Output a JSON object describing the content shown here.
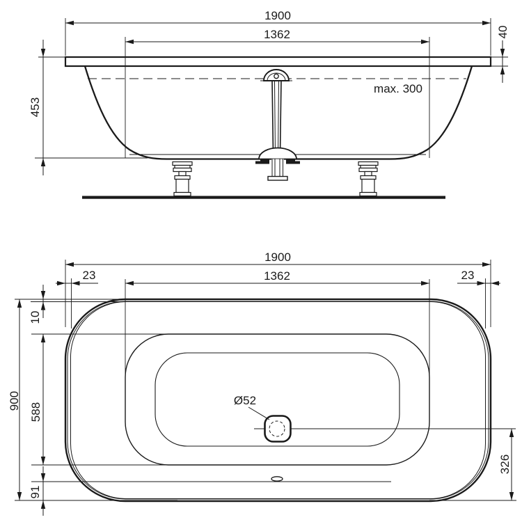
{
  "line_color": "#1a1a1a",
  "background_color": "#ffffff",
  "side_view": {
    "overall_length": "1900",
    "inner_length": "1362",
    "rim_height": "40",
    "total_height": "453",
    "max_fill_note": "max. 300"
  },
  "plan_view": {
    "overall_length": "1900",
    "rim_offset_left": "23",
    "inner_length": "1362",
    "rim_offset_right": "23",
    "rim_offset_top": "10",
    "overall_width": "900",
    "inner_opening_width": "588",
    "overflow_edge_offset": "91",
    "drain_diameter": "Ø52",
    "drain_edge_offset": "326"
  }
}
